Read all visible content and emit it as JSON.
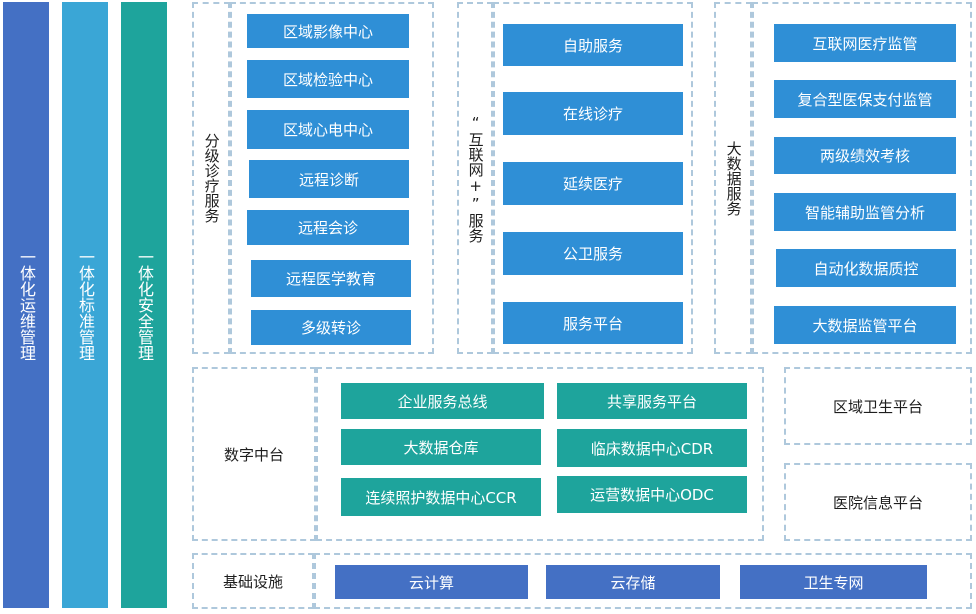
{
  "pillars": [
    "一体化运维管理",
    "一体化标准管理",
    "一体化安全管理"
  ],
  "fenji": {
    "label": "分级诊疗服务",
    "items": [
      "区域影像中心",
      "区域检验中心",
      "区域心电中心",
      "远程诊断",
      "远程会诊",
      "远程医学教育",
      "多级转诊"
    ]
  },
  "internet": {
    "label": "“互联网+”服务",
    "items": [
      "自助服务",
      "在线诊疗",
      "延续医疗",
      "公卫服务",
      "服务平台"
    ]
  },
  "bigdata": {
    "label": "大数据服务",
    "items": [
      "互联网医疗监管",
      "复合型医保支付监管",
      "两级绩效考核",
      "智能辅助监管分析",
      "自动化数据质控",
      "大数据监管平台"
    ]
  },
  "digital": {
    "label": "数字中台",
    "items": [
      "企业服务总线",
      "共享服务平台",
      "大数据仓库",
      "临床数据中心CDR",
      "连续照护数据中心CCR",
      "运营数据中心ODC"
    ]
  },
  "regional_platform": "区域卫生平台",
  "hospital_platform": "医院信息平台",
  "infra": {
    "label": "基础设施",
    "items": [
      "云计算",
      "云存储",
      "卫生专网"
    ]
  },
  "colors": {
    "pillar_blue": "#4470c4",
    "pillar_sky": "#3aa6d6",
    "pillar_teal": "#1ea49c",
    "box_blue": "#2f8fd6",
    "box_teal": "#1ea49c",
    "box_navy": "#4470c4",
    "dashed_border": "#aec8dc"
  }
}
